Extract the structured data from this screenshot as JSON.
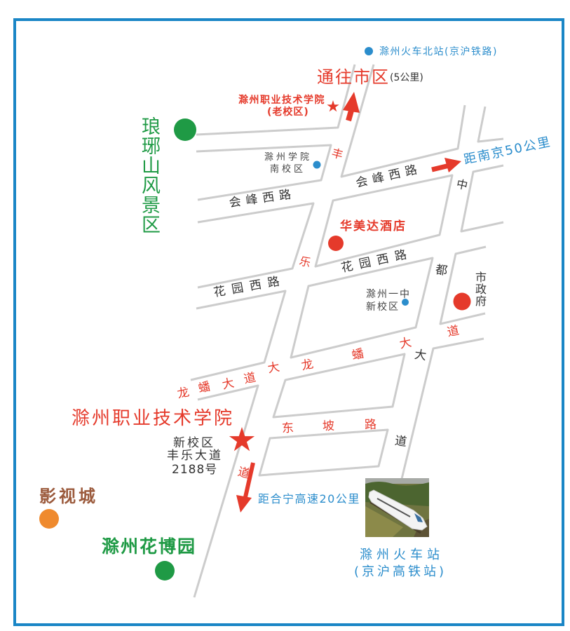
{
  "colors": {
    "frame": "#1a86c6",
    "road": "#cccccc",
    "red": "#e53a2b",
    "green": "#1f9a45",
    "blue": "#2b8dcc",
    "orange": "#ef8a2e",
    "brown": "#9b5a3c",
    "ink": "#333333"
  },
  "roads": {
    "fengle_dadao": "丰乐大道",
    "huifeng_west_road": "会峰西路",
    "huayuan_west_road": "花园西路",
    "longpan_dadao": "龙蟠大道",
    "dongpo_road": "东坡路",
    "zhongdu_dadao": "中都大道"
  },
  "places": {
    "north_railway_station": {
      "name": "滁州火车北站(京沪铁路)",
      "marker": "blue-dot"
    },
    "old_campus": {
      "name": "滁州职业技术学院",
      "note": "(老校区)",
      "marker": "red-star"
    },
    "langya_scenic_area": {
      "name": "琅琊山风景区",
      "marker": "green-dot"
    },
    "chuzhou_university_south": {
      "line1": "滁州学院",
      "line2": "南校区",
      "marker": "blue-dot"
    },
    "ramada_hotel": {
      "name": "华美达酒店",
      "marker": "red-dot"
    },
    "city_government": {
      "name": "市政府",
      "marker": "red-dot"
    },
    "no1_middle_school_new": {
      "line1": "滁州一中",
      "line2": "新校区",
      "marker": "blue-dot"
    },
    "new_campus": {
      "name": "滁州职业技术学院",
      "campus": "新校区",
      "street": "丰乐大道",
      "number": "2188号",
      "marker": "red-star"
    },
    "film_city": {
      "name": "影视城",
      "marker": "orange-dot"
    },
    "flower_expo_garden": {
      "name": "滁州花博园",
      "marker": "green-dot"
    },
    "railway_station": {
      "name": "滁州火车站",
      "note": "(京沪高铁站)",
      "image": "high-speed-train-photo"
    }
  },
  "directions": {
    "to_city": {
      "label": "通往市区",
      "distance": "(5公里)",
      "arrow": "arrow-up"
    },
    "to_nanjing": {
      "label": "距南京50公里",
      "arrow": "arrow-right"
    },
    "to_expressway": {
      "label": "距合宁高速20公里",
      "arrow": "arrow-down"
    }
  }
}
